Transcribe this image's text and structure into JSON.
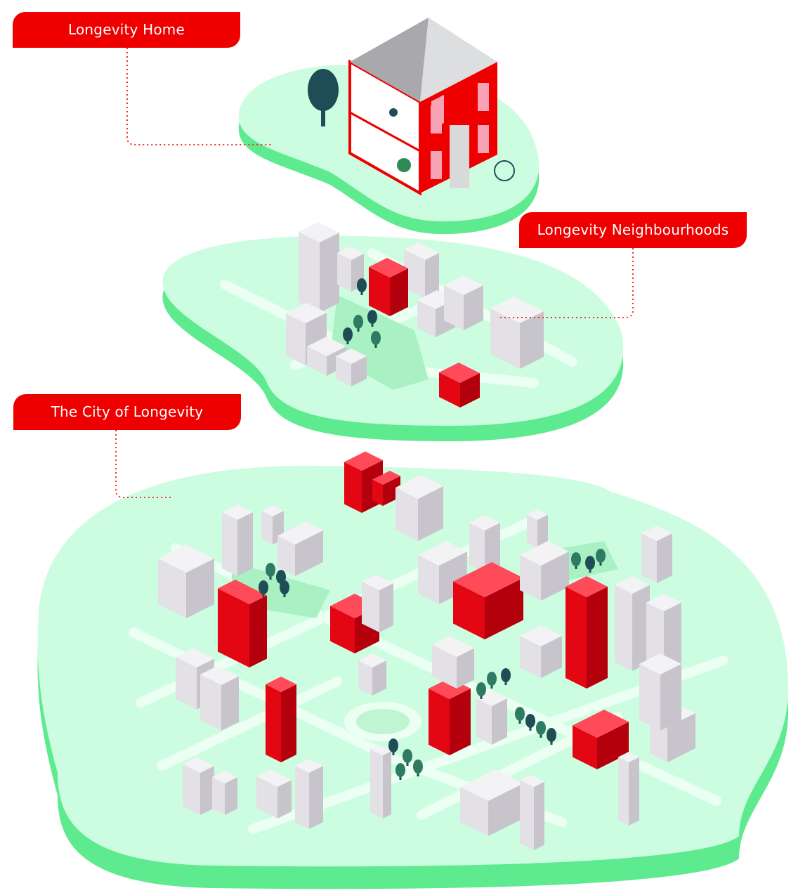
{
  "labels": {
    "home": "Longevity Home",
    "neighbourhoods": "Longevity Neighbourhoods",
    "city": "The City of Longevity"
  },
  "colors": {
    "accent_red": "#ee0000",
    "land_top": "#cdfde0",
    "land_edge": "#5eea8f",
    "road": "#ecfff3",
    "tree": "#1e4d56",
    "building_light": "#f3f2f5",
    "building_mid": "#e3e1e6",
    "building_dark": "#c7c5cb"
  }
}
